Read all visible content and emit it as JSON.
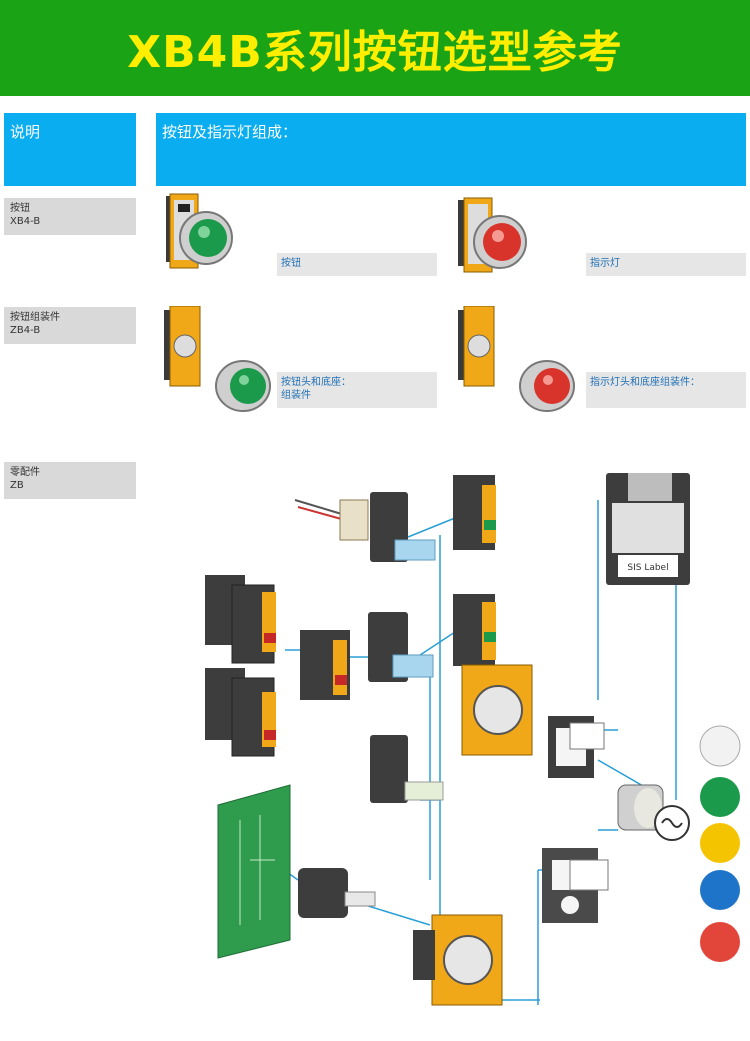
{
  "title": "XB4B系列按钮选型参考",
  "header_left": "说明",
  "header_right": "按钮及指示灯组成：",
  "rows": [
    {
      "line1": "按钮",
      "line2": "XB4-B"
    },
    {
      "line1": "按钮组装件",
      "line2": "ZB4-B"
    },
    {
      "line1": "零配件",
      "line2": "ZB"
    }
  ],
  "captions": {
    "button": "按钮",
    "indicator": "指示灯",
    "button_head_line1": "按钮头和底座：",
    "button_head_line2": "组装件",
    "indicator_head": "指示灯头和底座组装件："
  },
  "floppy_label": "SIS Label",
  "colors": {
    "banner_green": "#1aa315",
    "title_yellow": "#ffee00",
    "header_blue": "#0aaef0",
    "caption_blue": "#1f6fb4",
    "cap_white": "#f2f2f2",
    "cap_green": "#1a9a4a",
    "cap_yellow": "#f5c400",
    "cap_blue": "#1e74c8",
    "cap_red": "#e2463a"
  }
}
